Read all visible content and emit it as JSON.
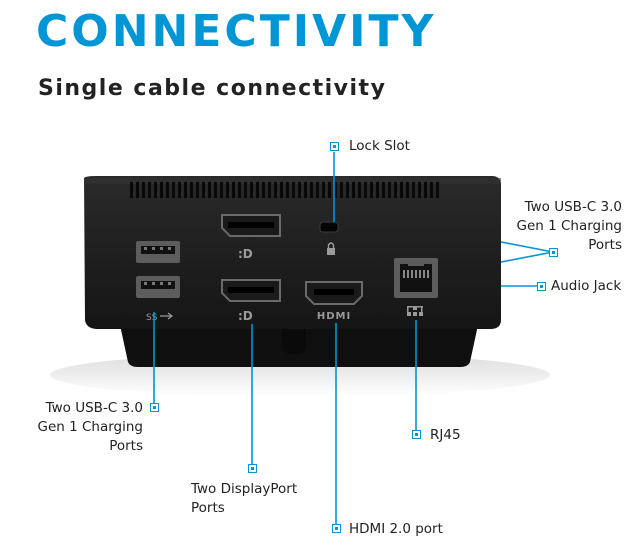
{
  "heading": "CONNECTIVITY",
  "subheading": "Single cable connectivity",
  "callouts": {
    "lock_slot": "Lock Slot",
    "usb_c_right": "Two USB-C 3.0\nGen 1 Charging\nPorts",
    "audio_jack": "Audio Jack",
    "usb_c_left": "Two USB-C 3.0\nGen 1 Charging\nPorts",
    "rj45": "RJ45",
    "displayport": "Two DisplayPort\nPorts",
    "hdmi": "HDMI 2.0 port"
  },
  "port_labels": {
    "hdmi": "HDMI"
  },
  "colors": {
    "accent": "#0096d6",
    "dock_body": "#1c1c1c",
    "text": "#222222"
  }
}
